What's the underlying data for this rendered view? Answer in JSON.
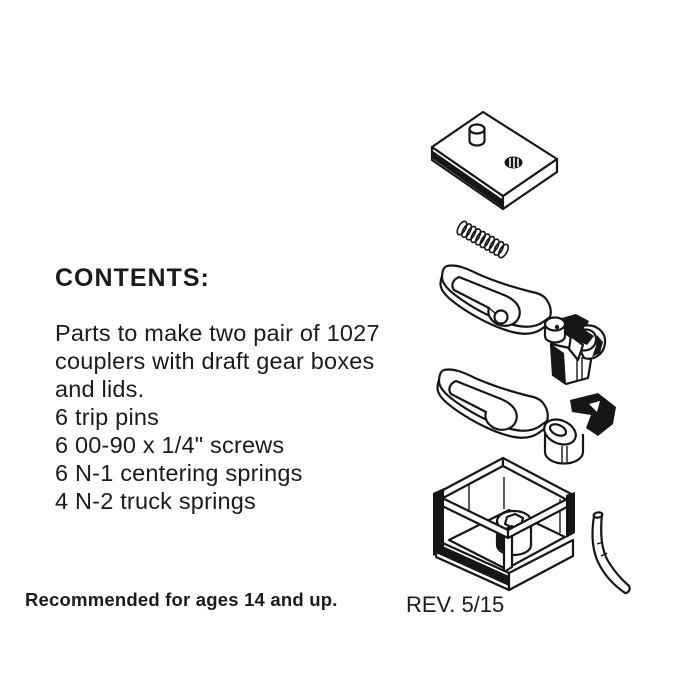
{
  "colors": {
    "ink": "#1b1b1b",
    "background": "#ffffff"
  },
  "contents": {
    "heading": "CONTENTS:",
    "lines": [
      "Parts to make two pair of 1027",
      "couplers with draft gear boxes",
      "and lids.",
      "6 trip pins",
      "6 00-90 x 1/4\" screws",
      "6 N-1 centering springs",
      "4 N-2 truck springs"
    ]
  },
  "footer": {
    "age_recommendation": "Recommended for ages 14 and up.",
    "revision": "REV. 5/15"
  },
  "diagram": {
    "parts": [
      "draft-gear-box-lid",
      "centering-spring",
      "coupler-upper-with-knuckle",
      "coupler-lower-with-knuckle",
      "draft-gear-box",
      "trip-pin"
    ]
  }
}
